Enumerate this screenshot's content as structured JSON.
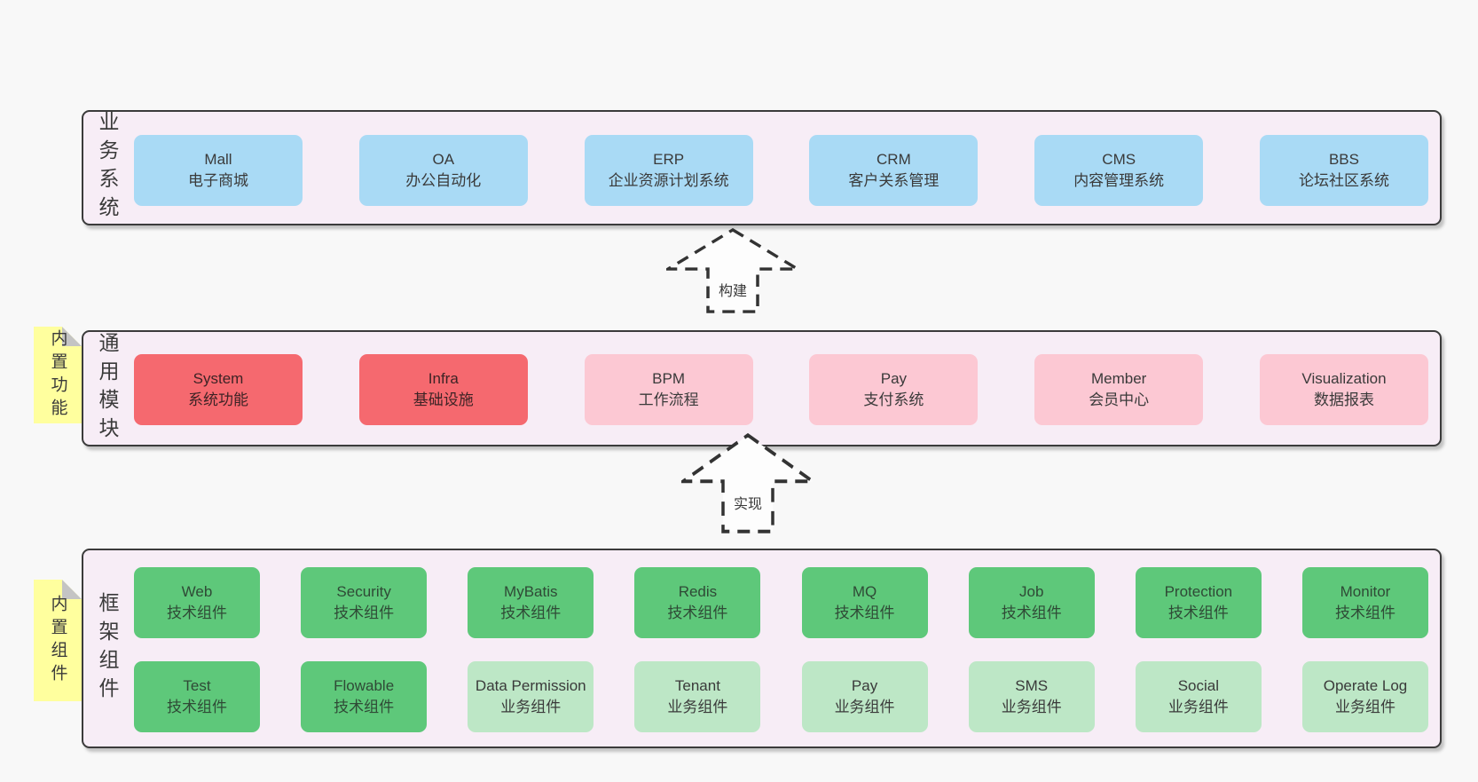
{
  "colors": {
    "page_bg": "#f8f8f8",
    "panel_bg": "#f7edf6",
    "panel_border": "#3b3b3b",
    "blue_box": "#a9daf5",
    "red_box": "#f5696f",
    "pink_box": "#fcc8d3",
    "green_box": "#5ec87a",
    "light_green_box": "#bde7c6",
    "sticky_yellow": "#ffff9e",
    "fold_gray": "#c4c4c4",
    "text": "#3a3a3a"
  },
  "layers": {
    "business": {
      "label": "业务系统",
      "boxes": [
        {
          "title": "Mall",
          "subtitle": "电子商城"
        },
        {
          "title": "OA",
          "subtitle": "办公自动化"
        },
        {
          "title": "ERP",
          "subtitle": "企业资源计划系统"
        },
        {
          "title": "CRM",
          "subtitle": "客户关系管理"
        },
        {
          "title": "CMS",
          "subtitle": "内容管理系统"
        },
        {
          "title": "BBS",
          "subtitle": "论坛社区系统"
        }
      ]
    },
    "modules": {
      "label": "通用模块",
      "sticky": "内置功能",
      "boxes": [
        {
          "title": "System",
          "subtitle": "系统功能"
        },
        {
          "title": "Infra",
          "subtitle": "基础设施"
        },
        {
          "title": "BPM",
          "subtitle": "工作流程"
        },
        {
          "title": "Pay",
          "subtitle": "支付系统"
        },
        {
          "title": "Member",
          "subtitle": "会员中心"
        },
        {
          "title": "Visualization",
          "subtitle": "数据报表"
        }
      ]
    },
    "components": {
      "label": "框架组件",
      "sticky": "内置组件",
      "row1": [
        {
          "title": "Web",
          "subtitle": "技术组件"
        },
        {
          "title": "Security",
          "subtitle": "技术组件"
        },
        {
          "title": "MyBatis",
          "subtitle": "技术组件"
        },
        {
          "title": "Redis",
          "subtitle": "技术组件"
        },
        {
          "title": "MQ",
          "subtitle": "技术组件"
        },
        {
          "title": "Job",
          "subtitle": "技术组件"
        },
        {
          "title": "Protection",
          "subtitle": "技术组件"
        },
        {
          "title": "Monitor",
          "subtitle": "技术组件"
        }
      ],
      "row2": [
        {
          "title": "Test",
          "subtitle": "技术组件"
        },
        {
          "title": "Flowable",
          "subtitle": "技术组件"
        },
        {
          "title": "Data Permission",
          "subtitle": "业务组件"
        },
        {
          "title": "Tenant",
          "subtitle": "业务组件"
        },
        {
          "title": "Pay",
          "subtitle": "业务组件"
        },
        {
          "title": "SMS",
          "subtitle": "业务组件"
        },
        {
          "title": "Social",
          "subtitle": "业务组件"
        },
        {
          "title": "Operate Log",
          "subtitle": "业务组件"
        }
      ]
    }
  },
  "arrows": {
    "build": {
      "label": "构建"
    },
    "implement": {
      "label": "实现"
    }
  }
}
